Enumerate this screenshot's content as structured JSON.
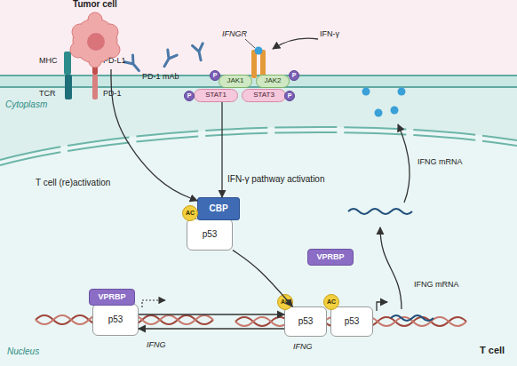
{
  "diagram": {
    "nodes": [
      {
        "text": [
          "Tumor cell"
        ]
      },
      {
        "text": [
          "JAK1"
        ]
      },
      {
        "text": [
          "JAK2"
        ]
      },
      {
        "text": [
          "STAT1"
        ]
      },
      {
        "text": [
          "STAT3"
        ]
      },
      {
        "text": [
          "P"
        ]
      },
      {
        "text": [
          "P"
        ]
      },
      {
        "text": [
          "P"
        ]
      },
      {
        "text": [
          "P"
        ]
      },
      {
        "text": [
          "AC"
        ]
      },
      {
        "text": [
          "CBP"
        ]
      },
      {
        "text": [
          "p53"
        ]
      },
      {
        "text": [
          "VPRBP"
        ]
      },
      {
        "text": [
          "VPRBP"
        ]
      },
      {
        "text": [
          "p53"
        ]
      },
      {
        "text": [
          "AC"
        ]
      },
      {
        "text": [
          "p53"
        ]
      },
      {
        "text": [
          "AC"
        ]
      },
      {
        "text": [
          "p53"
        ]
      }
    ],
    "edges": [
      {
        "from": 0,
        "to": 10,
        "arrow": "to",
        "label": "T cell (re)activation"
      },
      {
        "from": 3,
        "to": 10,
        "arrow": "to",
        "label": "IFN-γ pathway activation"
      },
      {
        "from": 11,
        "to": 16,
        "arrow": "to"
      },
      {
        "from": 14,
        "to": 16,
        "arrow": "to"
      },
      {
        "from": 16,
        "to": 14,
        "arrow": "to"
      }
    ],
    "labels": [
      "MHC",
      "TCR",
      "PD-L1",
      "PD-1",
      "PD-1 mAb",
      "IFNGR",
      "IFN-γ",
      "Cytoplasm",
      "IFNG mRNA",
      "IFNG mRNA",
      "IFNG",
      "IFNG",
      "Nucleus",
      "T cell"
    ]
  }
}
